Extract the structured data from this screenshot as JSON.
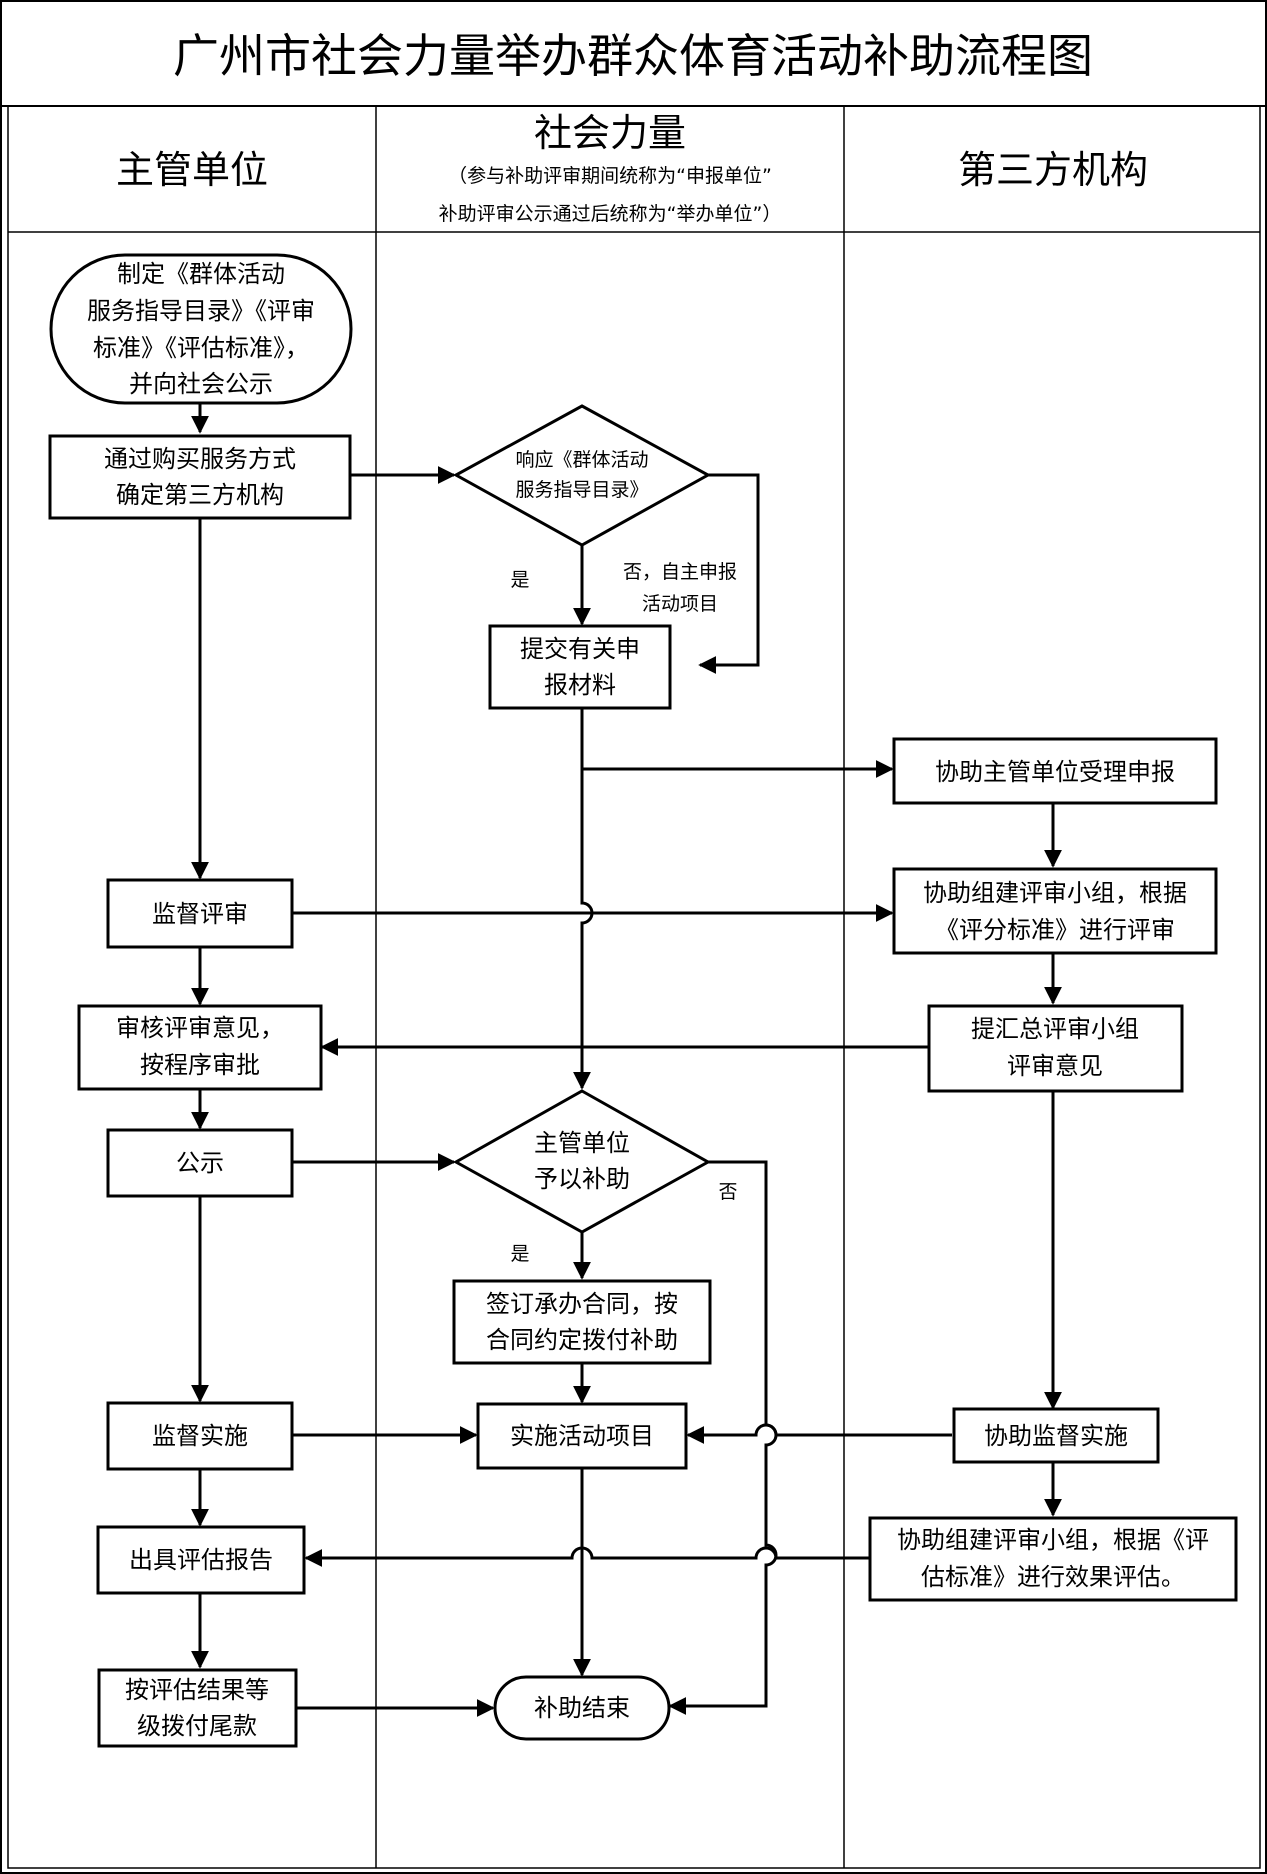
{
  "title": "广州市社会力量举办群众体育活动补助流程图",
  "lanes": {
    "left": {
      "label": "主管单位"
    },
    "middle": {
      "label": "社会力量",
      "note_line1": "（参与补助评审期间统称为“申报单位”",
      "note_line2": "补助评审公示通过后统称为“举办单位”）"
    },
    "right": {
      "label": "第三方机构"
    }
  },
  "nodes": {
    "publish_catalog": [
      "制定《群体活动",
      "服务指导目录》《评审",
      "标准》《评估标准》，",
      "并向社会公示"
    ],
    "buy_service": [
      "通过购买服务方式",
      "确定第三方机构"
    ],
    "respond_catalog": [
      "响应《群体活动",
      "服务指导目录》"
    ],
    "submit_materials": [
      "提交有关申",
      "报材料"
    ],
    "assist_accept": [
      "协助主管单位受理申报"
    ],
    "supervise_review": [
      "监督评审"
    ],
    "assist_group": [
      "协助组建评审小组，根据",
      "《评分标准》进行评审"
    ],
    "audit_opinion": [
      "审核评审意见，",
      "按程序审批"
    ],
    "summarize_opinion": [
      "提汇总评审小组",
      "评审意见"
    ],
    "publicize": [
      "公示"
    ],
    "grant_subsidy": [
      "主管单位",
      "予以补助"
    ],
    "sign_contract": [
      "签订承办合同，按",
      "合同约定拨付补助"
    ],
    "supervise_impl": [
      "监督实施"
    ],
    "implement_project": [
      "实施活动项目"
    ],
    "assist_supervise": [
      "协助监督实施"
    ],
    "issue_report": [
      "出具评估报告"
    ],
    "assist_evaluate": [
      "协助组建评审小组，根据《评",
      "估标准》进行效果评估。"
    ],
    "pay_balance": [
      "按评估结果等",
      "级拨付尾款"
    ],
    "end": [
      "补助结束"
    ]
  },
  "edge_labels": {
    "respond_yes": "是",
    "respond_no": [
      "否，自主申报",
      "活动项目"
    ],
    "grant_yes": "是",
    "grant_no": "否"
  }
}
